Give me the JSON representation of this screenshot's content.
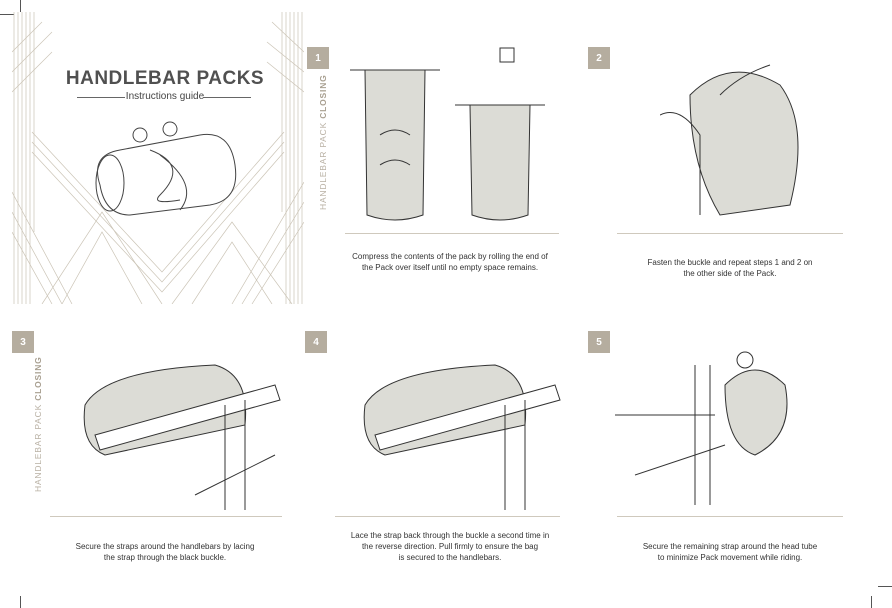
{
  "cover": {
    "title": "HANDLEBAR PACKS",
    "subtitle": "Instructions guide"
  },
  "side_label": {
    "light": "HANDLEBAR PACK",
    "bold": "CLOSING"
  },
  "steps": [
    {
      "number": "1",
      "caption_lines": [
        "Compress the contents of the pack by rolling the end of",
        "the Pack over itself until no empty space remains."
      ]
    },
    {
      "number": "2",
      "caption_lines": [
        "Fasten the buckle and repeat steps 1 and 2 on",
        "the other side of the Pack."
      ]
    },
    {
      "number": "3",
      "caption_lines": [
        "Secure the straps around the handlebars by lacing",
        "the strap through the black buckle."
      ]
    },
    {
      "number": "4",
      "caption_lines": [
        "Lace the strap back through the buckle a second time in",
        "the reverse direction. Pull firmly to ensure the bag",
        "is secured to the handlebars."
      ]
    },
    {
      "number": "5",
      "caption_lines": [
        "Secure the remaining strap around the head tube",
        "to minimize Pack movement while riding."
      ]
    }
  ]
}
